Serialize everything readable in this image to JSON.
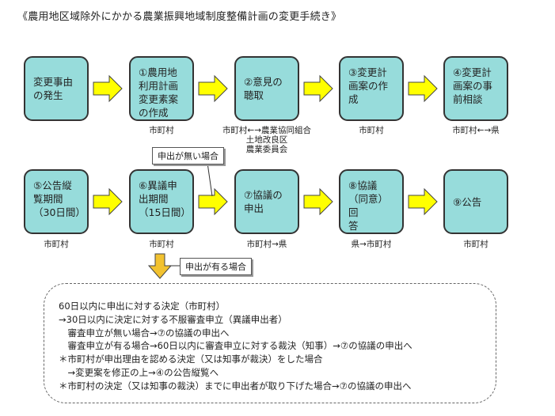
{
  "title": "《農用地区域除外にかかる農業振興地域制度整備計画の変更手続き》",
  "row1": [
    {
      "label": "変更事由\nの発生",
      "actor": ""
    },
    {
      "label": "①農用地\n利用計画\n変更素案\nの作成",
      "actor": "市町村"
    },
    {
      "label": "②意見の\n聴取",
      "actor": "市町村←→農業協同組合\n土地改良区\n農業委員会"
    },
    {
      "label": "③変更計\n画案の作\n成",
      "actor": "市町村"
    },
    {
      "label": "④変更計\n画案の事\n前相談",
      "actor": "市町村←→県"
    }
  ],
  "row2": [
    {
      "label": "⑤公告縦\n覧期間\n（30日間）",
      "actor": "市町村"
    },
    {
      "label": "⑥異議申\n出期間\n（15日間）",
      "actor": "市町村"
    },
    {
      "label": "⑦協議の\n申出",
      "actor": "市町村→県"
    },
    {
      "label": "⑧協議\n（同意）回\n答",
      "actor": "県→市町村"
    },
    {
      "label": "⑨公告",
      "actor": "市町村"
    }
  ],
  "notes": {
    "no_objection": "申出が無い場合",
    "objection": "申出が有る場合"
  },
  "panel_lines": [
    "60日以内に申出に対する決定（市町村）",
    "→30日以内に決定に対する不服審査申立（異議申出者）",
    "　審査申立が無い場合→⑦の協議の申出へ",
    "　審査申立が有る場合→60日以内に審査申立に対する裁決（知事）→⑦の協議の申出へ",
    "＊市町村が申出理由を認める決定（又は知事が裁決）をした場合",
    "　→変更案を修正の上→④の公告縦覧へ",
    "＊市町村の決定（又は知事の裁決）までに申出者が取り下げた場合→⑦の協議の申出へ"
  ],
  "colors": {
    "box_fill": "#97dcdb",
    "arrow_fill": "#ffff00",
    "down_arrow_fill": "#f2c230"
  }
}
